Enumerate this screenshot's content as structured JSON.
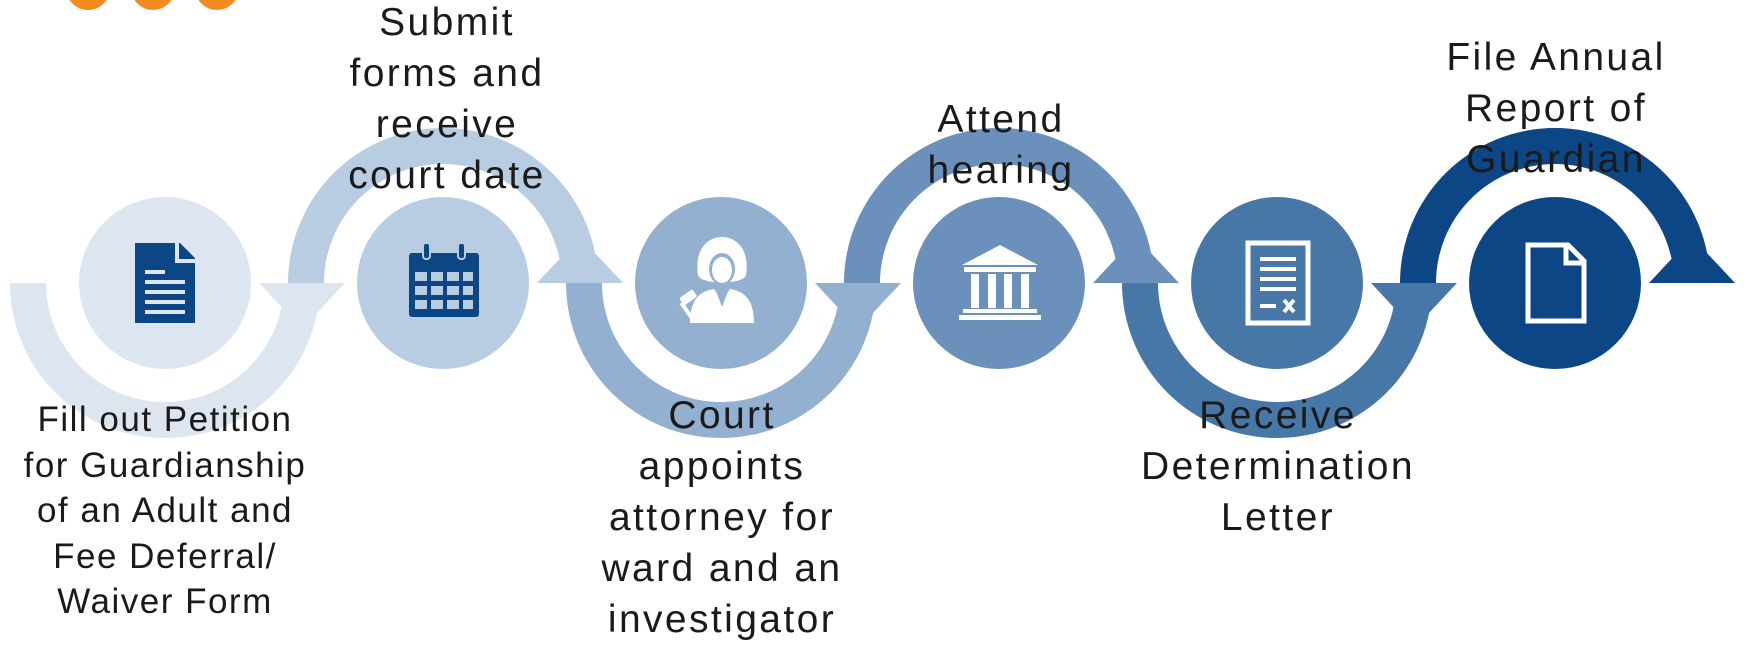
{
  "colors": {
    "step1": "#dde6f0",
    "step2": "#b9cde2",
    "step3": "#93b0d0",
    "step4": "#6a90bb",
    "step5": "#4677a7",
    "step6": "#0d4685",
    "icon_dark": "#0d4685",
    "icon_light": "#ffffff",
    "dots": "#f28c1e"
  },
  "steps": [
    {
      "icon": "document-lines-icon",
      "position": "below",
      "label": [
        "Fill out Petition",
        "for Guardianship",
        "of an Adult and",
        "Fee Deferral/",
        "Waiver Form"
      ]
    },
    {
      "icon": "calendar-icon",
      "position": "above",
      "label": [
        "Submit",
        "forms and",
        "receive",
        "court date"
      ]
    },
    {
      "icon": "judge-icon",
      "position": "below",
      "label": [
        "Court",
        "appoints",
        "attorney for",
        "ward and an",
        "investigator"
      ]
    },
    {
      "icon": "courthouse-icon",
      "position": "above",
      "label": [
        "Attend",
        "hearing"
      ]
    },
    {
      "icon": "letter-icon",
      "position": "below",
      "label": [
        "Receive",
        "Determination",
        "Letter"
      ]
    },
    {
      "icon": "blank-file-icon",
      "position": "above",
      "label": [
        "File Annual",
        "Report of",
        "Guardian"
      ]
    }
  ]
}
